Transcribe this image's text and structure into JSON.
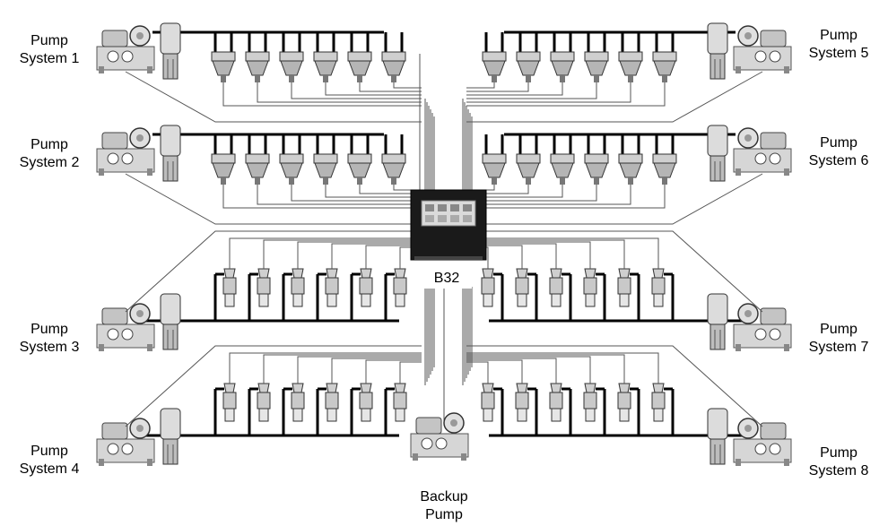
{
  "pump_systems": [
    {
      "line1": "Pump",
      "line2": "System 1"
    },
    {
      "line1": "Pump",
      "line2": "System 2"
    },
    {
      "line1": "Pump",
      "line2": "System 3"
    },
    {
      "line1": "Pump",
      "line2": "System 4"
    },
    {
      "line1": "Pump",
      "line2": "System 5"
    },
    {
      "line1": "Pump",
      "line2": "System 6"
    },
    {
      "line1": "Pump",
      "line2": "System 7"
    },
    {
      "line1": "Pump",
      "line2": "System 8"
    }
  ],
  "controller": {
    "label": "B32"
  },
  "backup_pump": {
    "line1": "Backup",
    "line2": "Pump"
  },
  "colors": {
    "line": "#000000",
    "wire": "#555555",
    "equipment": "#b8b8b8",
    "controller": "#1a1a1a"
  }
}
